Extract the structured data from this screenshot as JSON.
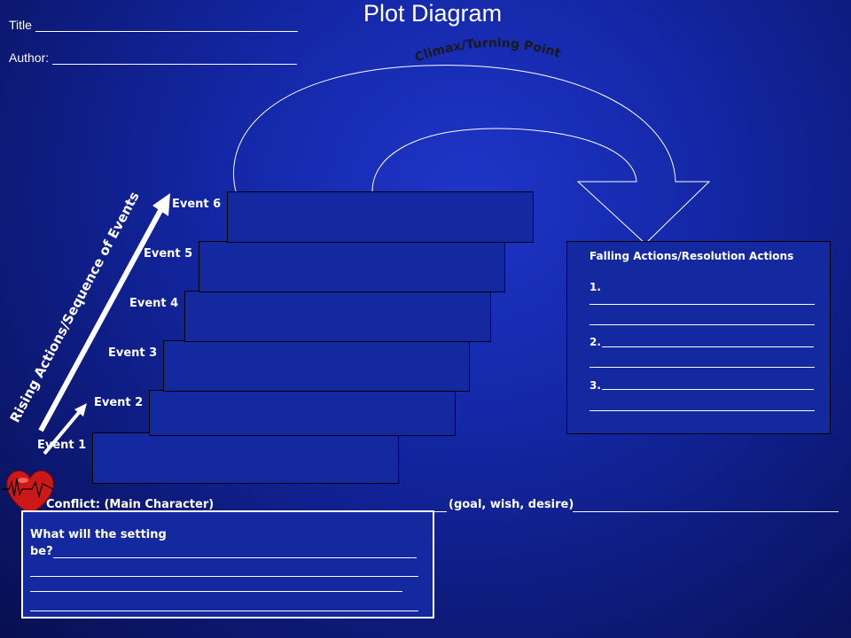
{
  "header": {
    "title": "Plot Diagram",
    "title_label": "Title",
    "author_label": "Author:"
  },
  "climax_label": "Climax/Turning Point",
  "rising_label": "Rising Actions/Sequence of Events",
  "events": [
    "Event 1",
    "Event 2",
    "Event 3",
    "Event 4",
    "Event 5",
    "Event 6"
  ],
  "falling": {
    "heading": "Falling Actions/Resolution Actions",
    "items": [
      "1.",
      "2.",
      "3."
    ]
  },
  "conflict": {
    "label": "Conflict: (Main Character)",
    "goal": "(goal, wish, desire)"
  },
  "setting": {
    "line1": "What will the setting",
    "line2": "be?"
  },
  "colors": {
    "background": "#1428a8",
    "text": "#ffffff",
    "heart": "#d01818"
  },
  "icons": [
    "heartbeat-heart-icon"
  ]
}
